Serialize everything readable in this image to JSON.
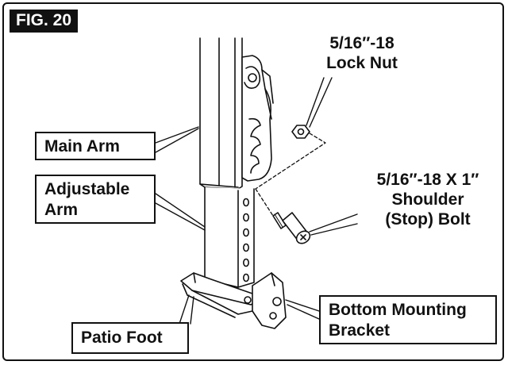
{
  "figure": {
    "tag": "FIG. 20"
  },
  "labels": {
    "main_arm": "Main Arm",
    "adjustable_arm": "Adjustable\nArm",
    "patio_foot": "Patio Foot",
    "lock_nut": "5/16″-18\nLock Nut",
    "shoulder_bolt": "5/16″-18 X 1″\nShoulder\n(Stop) Bolt",
    "bottom_bracket": "Bottom Mounting\nBracket"
  },
  "colors": {
    "line": "#111111",
    "background": "#ffffff"
  }
}
